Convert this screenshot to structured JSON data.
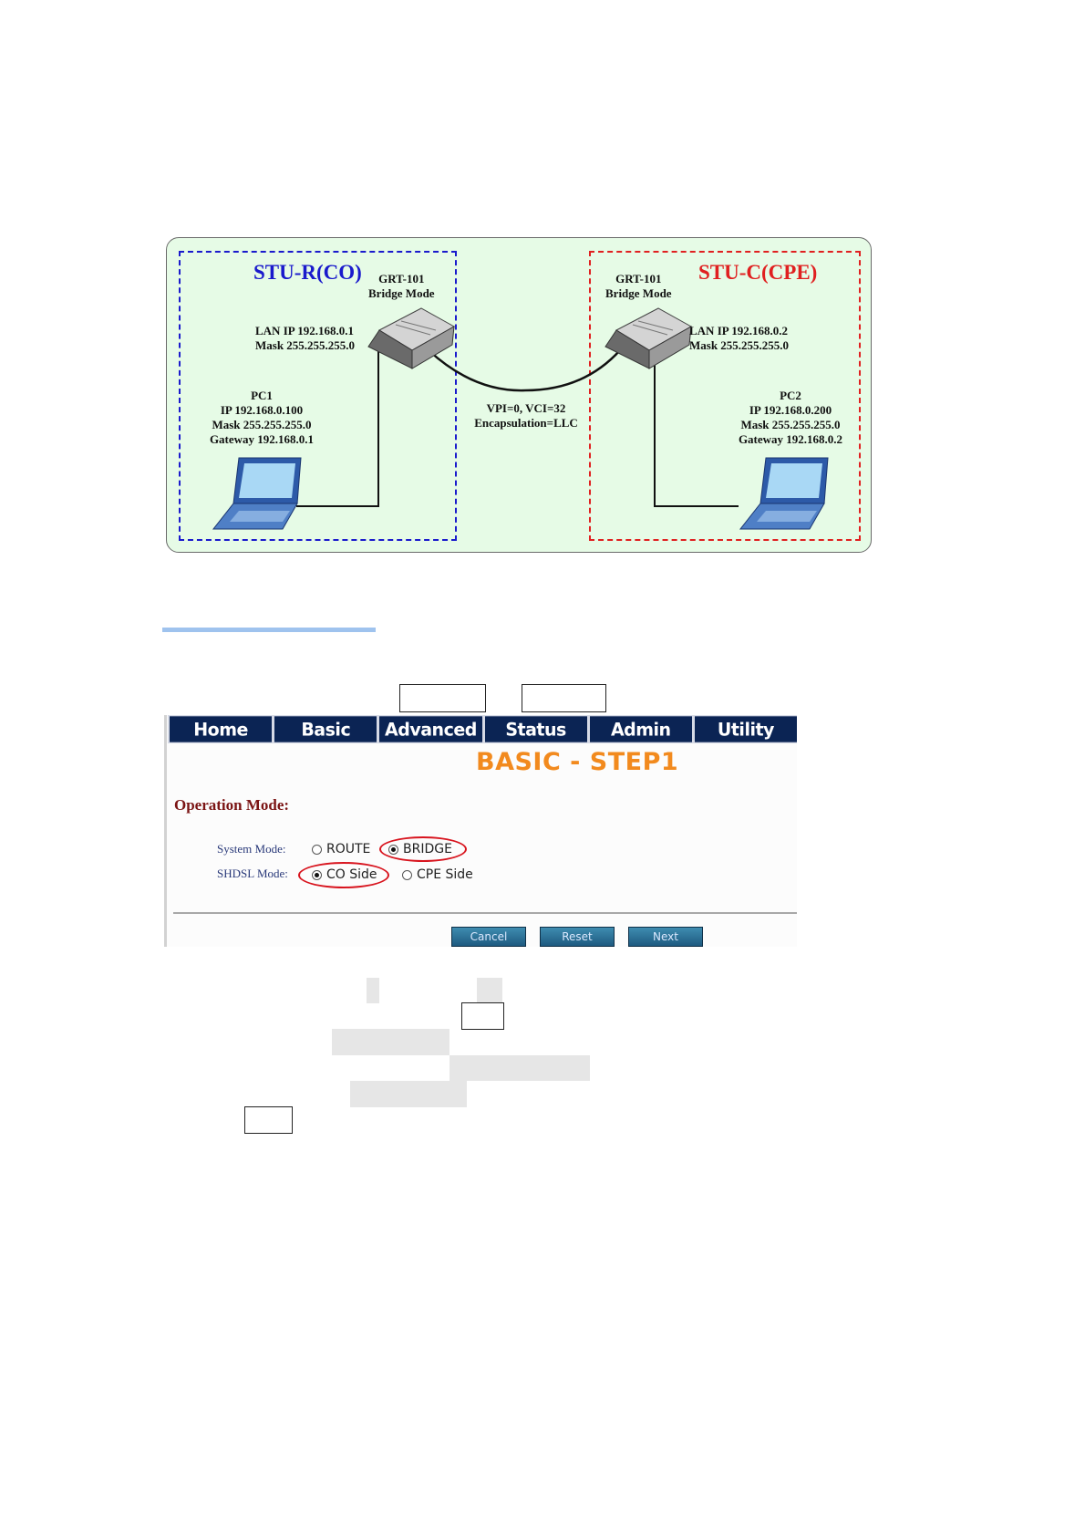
{
  "diagram": {
    "co": {
      "title": "STU-R(CO)",
      "device_lines": [
        "GRT-101",
        "Bridge Mode"
      ],
      "lan_lines": [
        "LAN IP 192.168.0.1",
        "Mask 255.255.255.0"
      ],
      "pc_lines": [
        "PC1",
        "IP 192.168.0.100",
        "Mask 255.255.255.0",
        "Gateway 192.168.0.1"
      ]
    },
    "cpe": {
      "title": "STU-C(CPE)",
      "device_lines": [
        "GRT-101",
        "Bridge Mode"
      ],
      "lan_lines": [
        "LAN IP 192.168.0.2",
        "Mask 255.255.255.0"
      ],
      "pc_lines": [
        "PC2",
        "IP 192.168.0.200",
        "Mask 255.255.255.0",
        "Gateway 192.168.0.2"
      ]
    },
    "link_lines": [
      "VPI=0, VCI=32",
      "Encapsulation=LLC"
    ],
    "colors": {
      "co": "#1a1acc",
      "cpe": "#e02020",
      "background": "#e6fbe6"
    }
  },
  "webui": {
    "nav_tabs": [
      "Home",
      "Basic",
      "Advanced",
      "Status",
      "Admin",
      "Utility"
    ],
    "page_title": "BASIC - STEP1",
    "section_title": "Operation Mode:",
    "system_mode": {
      "label": "System Mode:",
      "options": [
        "ROUTE",
        "BRIDGE"
      ],
      "selected": "BRIDGE"
    },
    "shdsl_mode": {
      "label": "SHDSL Mode:",
      "options": [
        "CO Side",
        "CPE Side"
      ],
      "selected": "CO Side"
    },
    "buttons": [
      "Cancel",
      "Reset",
      "Next"
    ],
    "colors": {
      "nav_bg": "#0b2454",
      "title": "#f28a1e",
      "section": "#7b1414",
      "highlight": "#d8141e"
    }
  }
}
